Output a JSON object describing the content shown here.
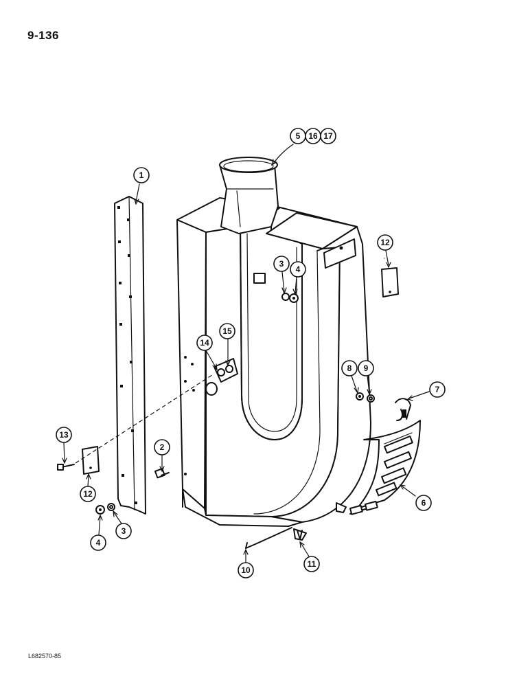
{
  "page": {
    "number": "9-136",
    "drawing_code": "L682570-85"
  },
  "callouts": {
    "c1": "1",
    "c2": "2",
    "c3a": "3",
    "c3b": "3",
    "c4a": "4",
    "c4b": "4",
    "c5": "5",
    "c16": "16",
    "c17": "17",
    "c6": "6",
    "c7": "7",
    "c8": "8",
    "c9": "9",
    "c10": "10",
    "c11": "11",
    "c12a": "12",
    "c12b": "12",
    "c13": "13",
    "c14": "14",
    "c15": "15"
  }
}
